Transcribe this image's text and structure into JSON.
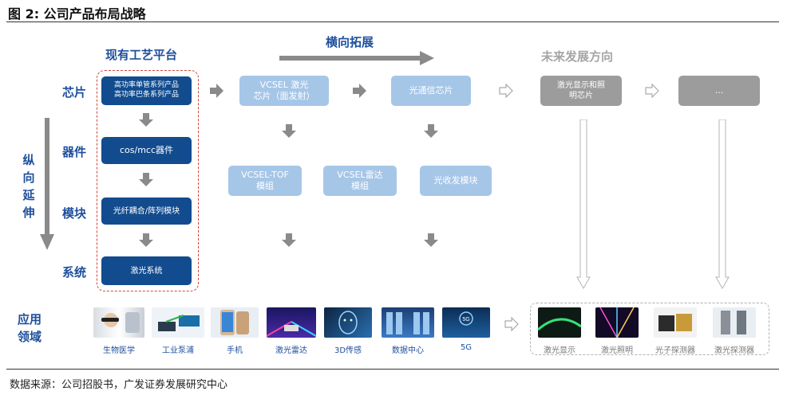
{
  "title": "图 2: 公司产品布局战略",
  "source": "数据来源：公司招股书，广发证券发展研究中心",
  "headers": {
    "current": "现有工艺平台",
    "horizontal": "横向拓展",
    "future": "未来发展方向",
    "vertical": [
      "纵",
      "向",
      "延",
      "伸"
    ],
    "application": [
      "应用",
      "领域"
    ]
  },
  "rows": [
    "芯片",
    "器件",
    "模块",
    "系统"
  ],
  "current_boxes": [
    [
      "高功率单管系列产品",
      "高功率巴条系列产品"
    ],
    [
      "cos/mcc器件"
    ],
    [
      "光纤耦合/阵列模块"
    ],
    [
      "激光系统"
    ]
  ],
  "expansion_boxes": {
    "vcsel_chip": [
      "VCSEL 激光",
      "芯片（面发射）"
    ],
    "optical_chip": [
      "光通信芯片"
    ],
    "vcsel_tof": [
      "VCSEL-TOF",
      "模组"
    ],
    "vcsel_radar": [
      "VCSEL雷达",
      "模组"
    ],
    "transceiver": [
      "光收发模块"
    ]
  },
  "future_boxes": {
    "display_chip": [
      "激光显示和照",
      "明芯片"
    ],
    "more": [
      "..."
    ]
  },
  "applications": [
    "生物医学",
    "工业泵浦",
    "手机",
    "激光雷达",
    "3D传感",
    "数据中心",
    "5G"
  ],
  "future_applications": [
    "激光显示",
    "激光照明",
    "光子探测器",
    "激光探测器"
  ],
  "colors": {
    "dark_blue": "#124c8f",
    "light_blue": "#a6c6e8",
    "grey": "#9c9c9c",
    "label_blue": "#1e4f9c",
    "arrow_grey": "#8a8a8a"
  }
}
